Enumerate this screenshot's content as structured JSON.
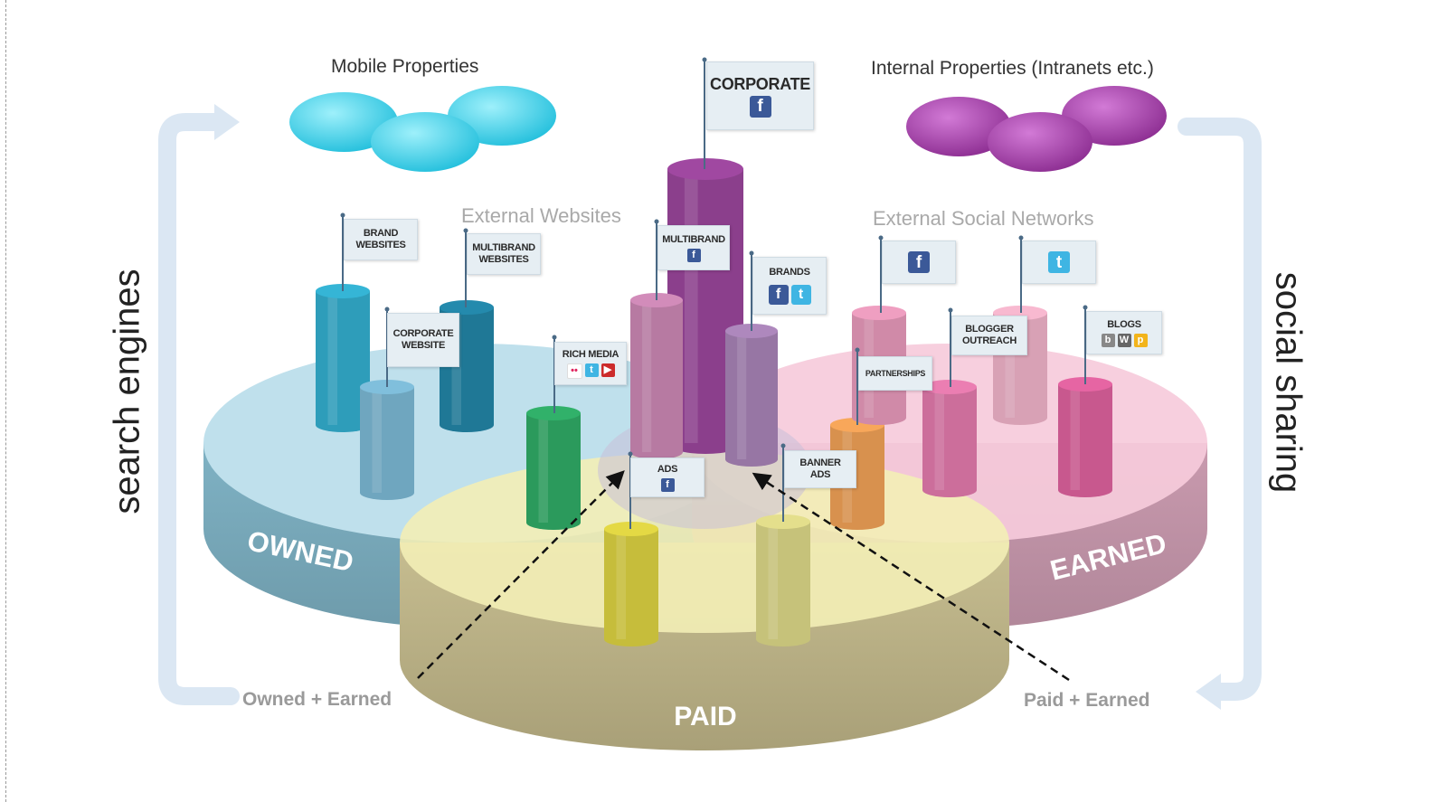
{
  "headers": {
    "mobile": "Mobile Properties",
    "internal": "Internal Properties (Intranets etc.)",
    "external_websites": "External Websites",
    "external_social": "External Social Networks"
  },
  "sides": {
    "left": "search engines",
    "right": "social sharing"
  },
  "segments": {
    "owned": "OWNED",
    "earned": "EARNED",
    "paid": "PAID"
  },
  "combos": {
    "owned_earned": "Owned + Earned",
    "paid_earned": "Paid + Earned"
  },
  "flags": {
    "corporate": {
      "label": "CORPORATE",
      "icons": [
        "facebook-icon"
      ]
    },
    "brand_websites": {
      "line1": "BRAND",
      "line2": "WEBSITES"
    },
    "multibrand_websites": {
      "line1": "MULTIBRAND",
      "line2": "WEBSITES"
    },
    "corporate_website": {
      "line1": "CORPORATE",
      "line2": "WEBSITE"
    },
    "rich_media": {
      "label": "RICH MEDIA",
      "icons": [
        "flickr-icon",
        "twitter-icon",
        "youtube-icon"
      ]
    },
    "multibrand": {
      "label": "MULTIBRAND",
      "icons": [
        "facebook-icon"
      ]
    },
    "brands": {
      "label": "BRANDS",
      "icons": [
        "facebook-icon",
        "twitter-icon"
      ]
    },
    "ads": {
      "label": "ADS",
      "icons": [
        "facebook-icon"
      ]
    },
    "banner_ads": {
      "line1": "BANNER",
      "line2": "ADS"
    },
    "partnerships": {
      "label": "PARTNERSHIPS"
    },
    "blogger_outreach": {
      "line1": "BLOGGER",
      "line2": "OUTREACH"
    },
    "blogs": {
      "label": "BLOGS",
      "icons": [
        "blogger-icon",
        "wordpress-icon",
        "other-blog-icon"
      ]
    },
    "social_facebook": {
      "icons": [
        "facebook-icon"
      ]
    },
    "social_twitter": {
      "icons": [
        "twitter-icon"
      ]
    }
  },
  "colors": {
    "owned": "#8fd0e6",
    "earned": "#f5c2d4",
    "paid": "#f2ecb0",
    "mobile": "#3fd0ea",
    "internal": "#a23fa6",
    "arrow": "#dbe7f3"
  }
}
